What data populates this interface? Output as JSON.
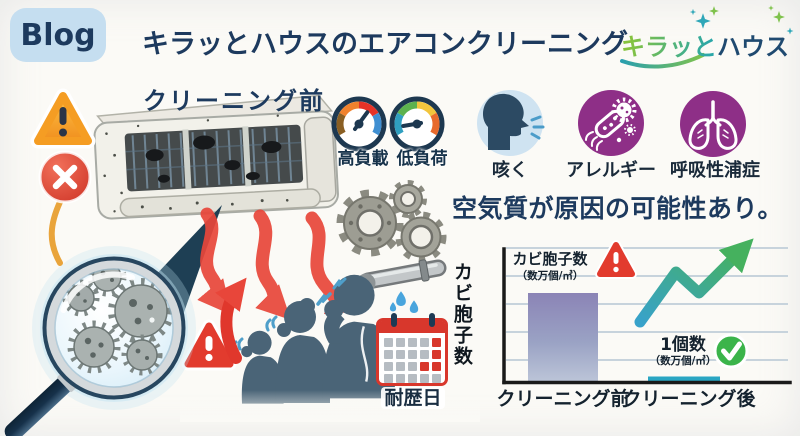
{
  "page": {
    "badge": "Blog",
    "title": "キラッとハウスのエアコンクリーニング"
  },
  "logo": {
    "name_accent": "キラッと",
    "name_dark": "ハウス"
  },
  "before": {
    "label": "クリーニング前",
    "gauge_high": "高負載",
    "gauge_low": "低負荷",
    "calendar_label": "耐歴日"
  },
  "symptoms": {
    "headline": "空気質が原因の可能性あり。",
    "items": [
      {
        "label": "咳く"
      },
      {
        "label": "アレルギー"
      },
      {
        "label": "呼吸性浦症"
      }
    ]
  },
  "chart": {
    "y_label": "カビ胞子数",
    "before_label": "カビ胞子数",
    "before_unit": "（数万個/㎥）",
    "after_label": "1個数",
    "after_unit": "（数万個/㎥）",
    "x_before": "クリーニング前",
    "x_after": "クリーニング後"
  },
  "chart_data": {
    "type": "bar",
    "categories": [
      "クリーニング前",
      "クリーニング後"
    ],
    "values": [
      40000,
      1
    ],
    "unit": "個/㎥",
    "value_labels": [
      "カビ胞子数（数万個/㎥）",
      "1個数（数万個/㎥）"
    ],
    "ylabel": "カビ胞子数",
    "grid": true,
    "legend": "none",
    "annotations": [
      {
        "target": "クリーニング前",
        "icon": "warning-triangle"
      },
      {
        "target": "クリーニング後",
        "icon": "check-circle"
      },
      {
        "icon": "upward-trend-arrow"
      }
    ]
  },
  "colors": {
    "navy": "#1d3a5e",
    "badge_bg": "#c5def0",
    "red": "#e23b2e",
    "warning_yellow": "#f7a62b",
    "icon_purple": "#8e2f87",
    "cough_icon_bg": "#cfe3f1",
    "bar_before_purple": "#8b84b6",
    "bar_after_teal": "#2aa6c3",
    "check_green": "#3bb44a",
    "logo_green": "#86c33e",
    "logo_teal": "#2aa7a8"
  }
}
